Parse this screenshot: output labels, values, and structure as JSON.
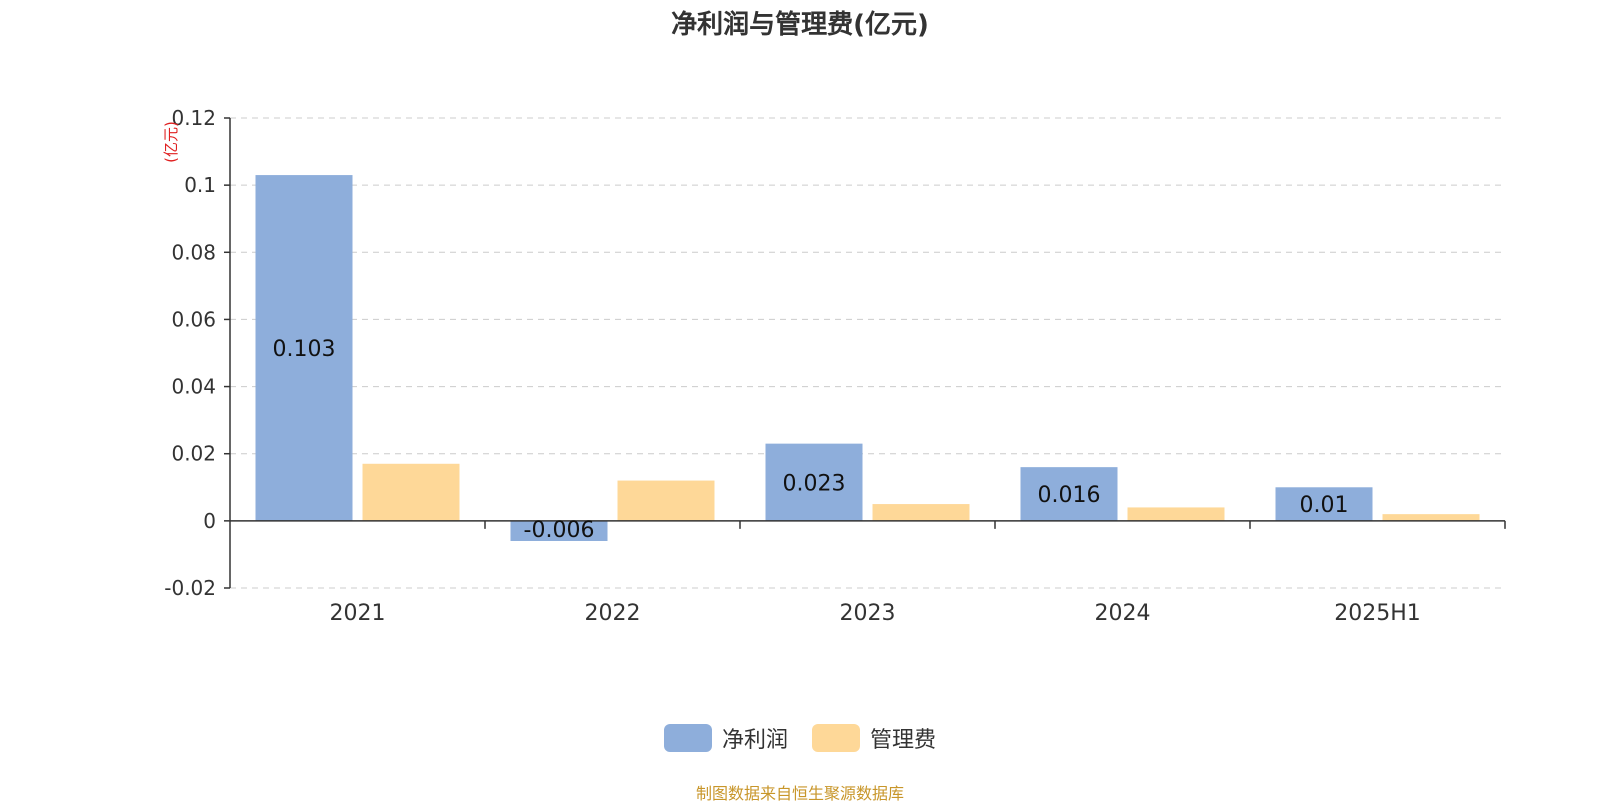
{
  "chart_data": {
    "type": "bar",
    "title": "净利润与管理费(亿元)",
    "ylabel": "(亿元)",
    "categories": [
      "2021",
      "2022",
      "2023",
      "2024",
      "2025H1"
    ],
    "series": [
      {
        "name": "净利润",
        "values": [
          0.103,
          -0.006,
          0.023,
          0.016,
          0.01
        ],
        "color": "#8eaedb",
        "labels": [
          "0.103",
          "-0.006",
          "0.023",
          "0.016",
          "0.01"
        ]
      },
      {
        "name": "管理费",
        "values": [
          0.017,
          0.012,
          0.005,
          0.004,
          0.002
        ],
        "color": "#fed898"
      }
    ],
    "ylim": [
      -0.02,
      0.12
    ],
    "yticks": [
      -0.02,
      0,
      0.02,
      0.04,
      0.06,
      0.08,
      0.1,
      0.12
    ],
    "ytick_labels": [
      "-0.02",
      "0",
      "0.02",
      "0.04",
      "0.06",
      "0.08",
      "0.1",
      "0.12"
    ],
    "grid": true,
    "legend_position": "bottom"
  },
  "footer": {
    "source": "制图数据来自恒生聚源数据库"
  }
}
